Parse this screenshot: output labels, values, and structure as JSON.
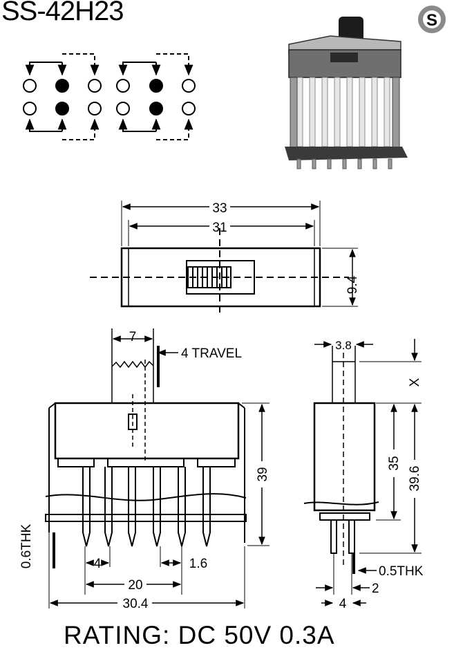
{
  "title": "SS-42H23",
  "logo_letter": "S",
  "rating": "RATING: DC 50V 0.3A",
  "dimensions": {
    "top_overall": "33",
    "top_inner": "31",
    "top_height": "9.4",
    "knob_width": "7",
    "travel": "4 TRAVEL",
    "height_39": "39",
    "thickness_left": "0.6THK",
    "pin_pitch": "4",
    "pin_pitch_small": "1.6",
    "span_20": "20",
    "overall_30_4": "30.4",
    "side_knob": "3.8",
    "side_x": "X",
    "side_35": "35",
    "side_39_6": "39.6",
    "side_thk": "0.5THK",
    "side_2": "2",
    "side_4": "4"
  }
}
